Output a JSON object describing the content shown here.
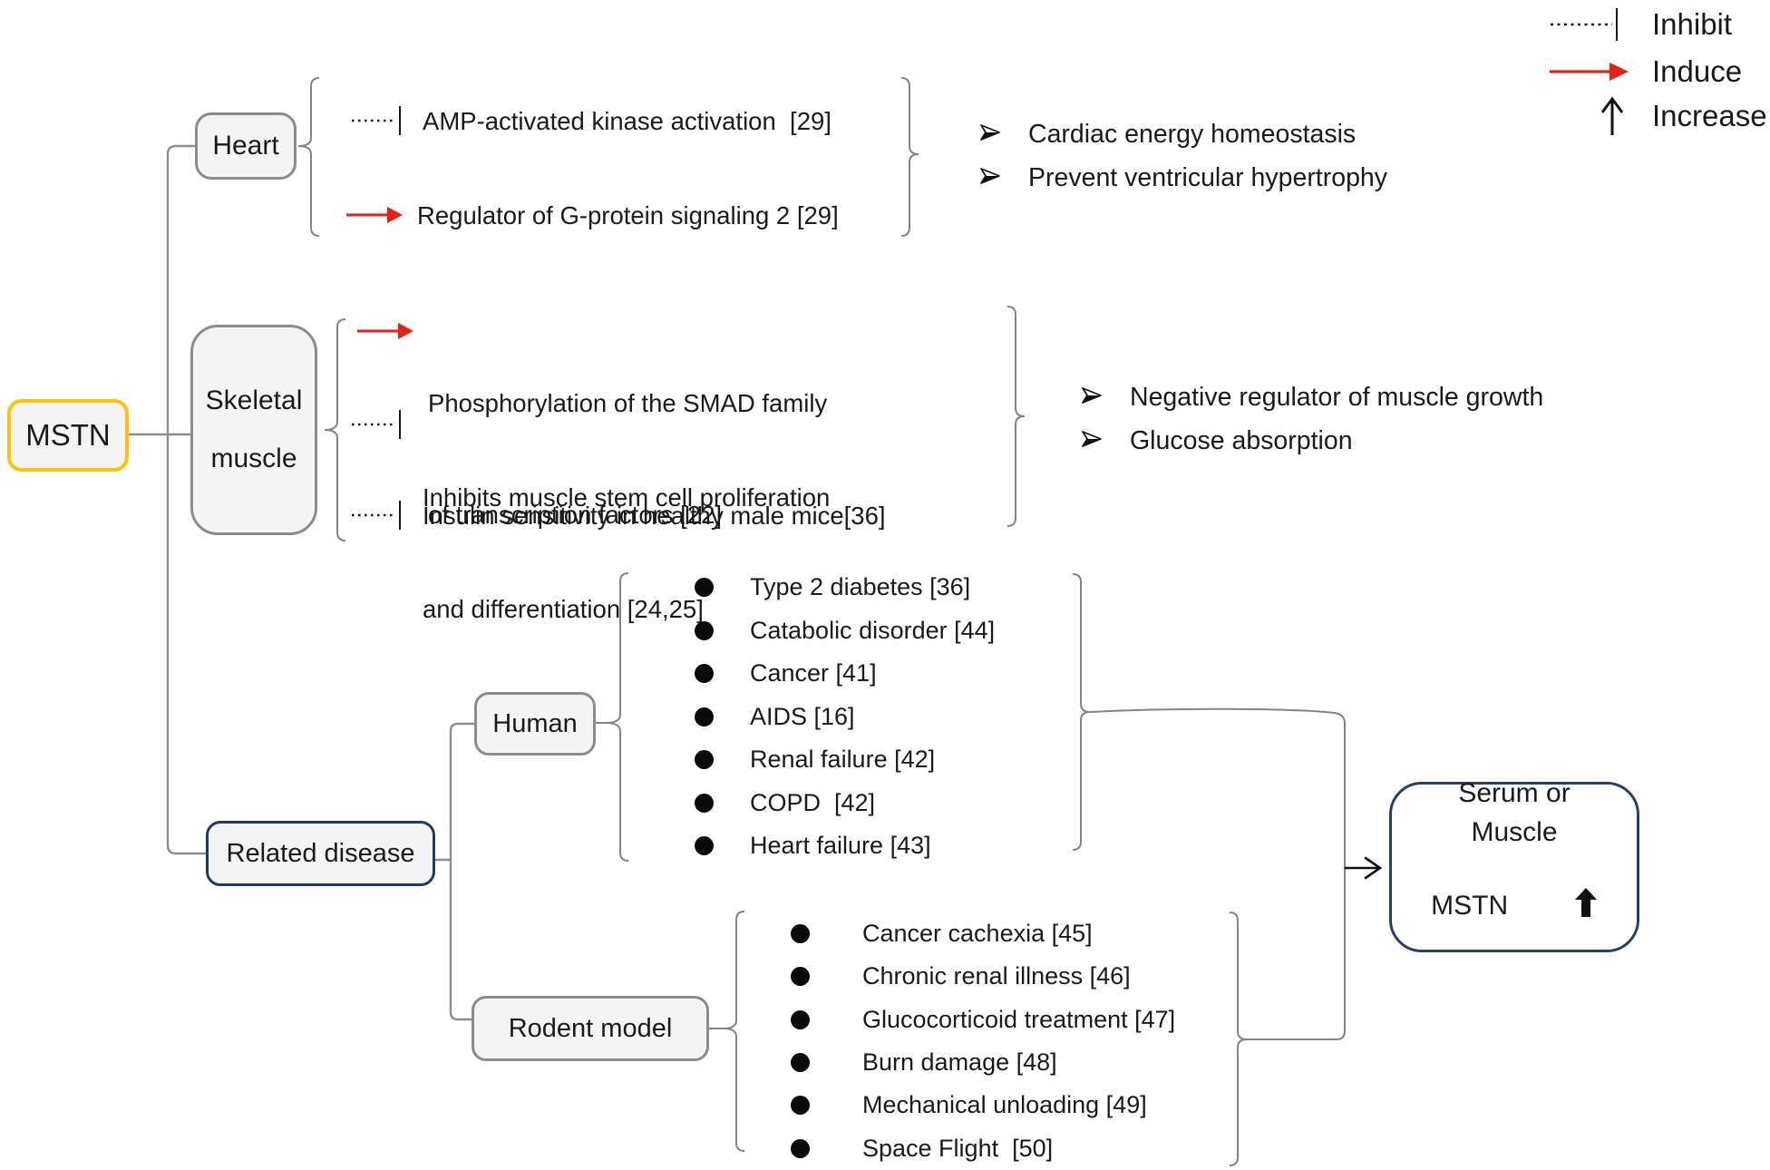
{
  "legend": {
    "items": [
      {
        "icon": "inhibit-symbol",
        "label": "Inhibit"
      },
      {
        "icon": "induce-arrow",
        "label": "Induce"
      },
      {
        "icon": "increase-arrow",
        "label": "Increase"
      }
    ]
  },
  "root": {
    "label": "MSTN"
  },
  "heart": {
    "label": "Heart",
    "effects": [
      {
        "relation": "inhibit",
        "text": "AMP-activated kinase activation  [29]"
      },
      {
        "relation": "induce",
        "text": "Regulator of G-protein signaling 2 [29]"
      }
    ],
    "outcomes": [
      "Cardiac energy homeostasis",
      "Prevent ventricular hypertrophy"
    ]
  },
  "skeletal": {
    "label_lines": [
      "Skeletal",
      "muscle"
    ],
    "effects": [
      {
        "relation": "induce",
        "lines": [
          "Phosphorylation of the SMAD family",
          "of transcription factors [22]"
        ]
      },
      {
        "relation": "inhibit",
        "lines": [
          "Inhibits muscle stem cell proliferation",
          "and differentiation [24,25]"
        ]
      },
      {
        "relation": "inhibit",
        "lines": [
          "Insulin sensitivity in healthy male mice[36]"
        ]
      }
    ],
    "outcomes": [
      "Negative regulator of muscle growth",
      "Glucose absorption"
    ]
  },
  "disease": {
    "label": "Related disease",
    "human": {
      "label": "Human",
      "items": [
        "Type 2 diabetes [36]",
        "Catabolic disorder [44]",
        "Cancer [41]",
        "AIDS [16]",
        "Renal failure [42]",
        "COPD  [42]",
        "Heart failure [43]"
      ]
    },
    "rodent": {
      "label": "Rodent model",
      "items": [
        "Cancer cachexia [45]",
        "Chronic renal illness [46]",
        "Glucocorticoid treatment [47]",
        "Burn damage [48]",
        "Mechanical unloading [49]",
        "Space Flight  [50]"
      ]
    }
  },
  "result": {
    "line1": "Serum or",
    "line2": "Muscle",
    "line3": "MSTN",
    "arrow": "increase"
  },
  "colors": {
    "accent_gold": "#FFC010",
    "accent_navy": "#1F3A64",
    "induce_red": "#E52017",
    "line_gray": "#8C8C8C"
  }
}
